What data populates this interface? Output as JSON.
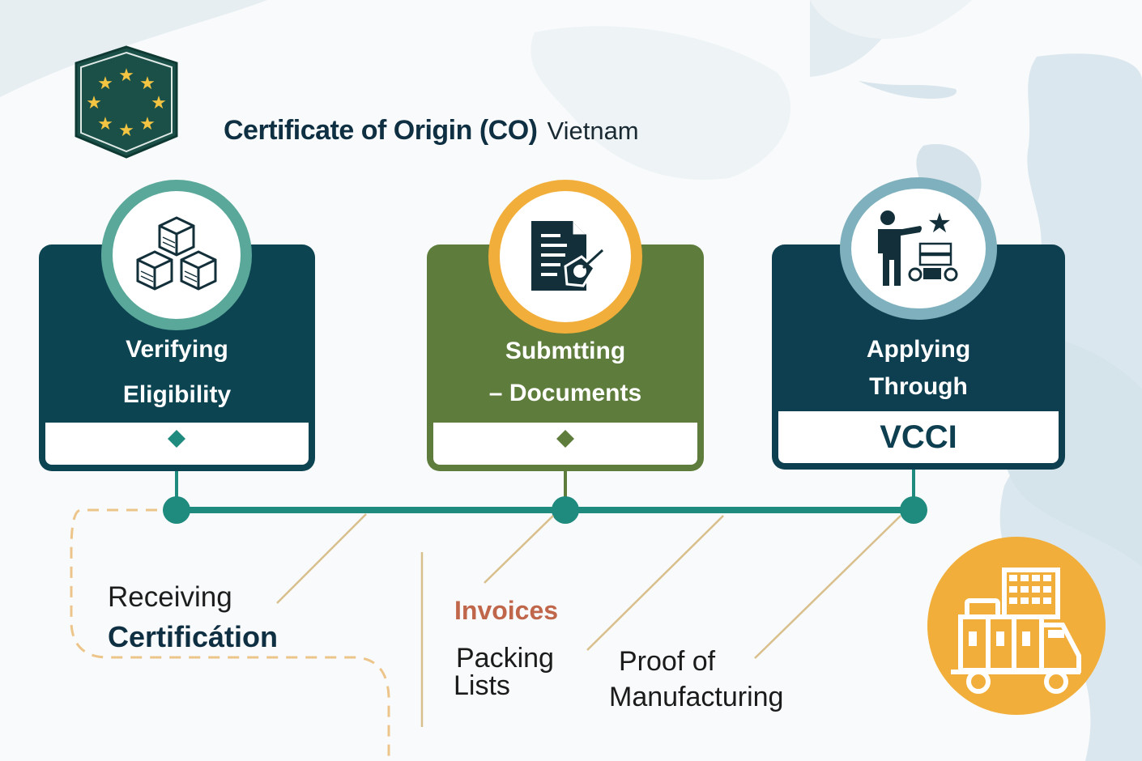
{
  "header": {
    "title": "Certificate of Origin (CO)",
    "subtitle": "Vietnam",
    "badge_icon": "eu-stars-shield-icon"
  },
  "steps": [
    {
      "line1": "Verifying",
      "line2": "Eligibility",
      "footer": "",
      "icon": "boxes-icon",
      "color": "#0d4452",
      "ring": "#5aa89a"
    },
    {
      "line1": "Submtting",
      "line2": "– Documents",
      "footer": "",
      "icon": "document-sign-icon",
      "color": "#5e7d3c",
      "ring": "#f2ae3a"
    },
    {
      "line1": "Applying",
      "line2": "Through",
      "footer": "VCCI",
      "icon": "person-star-icon",
      "color": "#0e3f50",
      "ring": "#7fb0bd"
    }
  ],
  "bottom": {
    "receiving_line1": "Receiving",
    "receiving_line2": "Certificátion",
    "documents": {
      "invoices": "Invoices",
      "packing_line1": "Packing",
      "packing_line2": "Lists",
      "proof_line1": "Proof of",
      "proof_line2": "Manufacturing"
    },
    "delivery_icon": "delivery-truck-icon"
  },
  "colors": {
    "timeline": "#1f8a7e",
    "accent_orange": "#f2ae3a",
    "invoice_text": "#c0664a",
    "dashed": "#edc58a",
    "leader": "#d9bf8c"
  }
}
